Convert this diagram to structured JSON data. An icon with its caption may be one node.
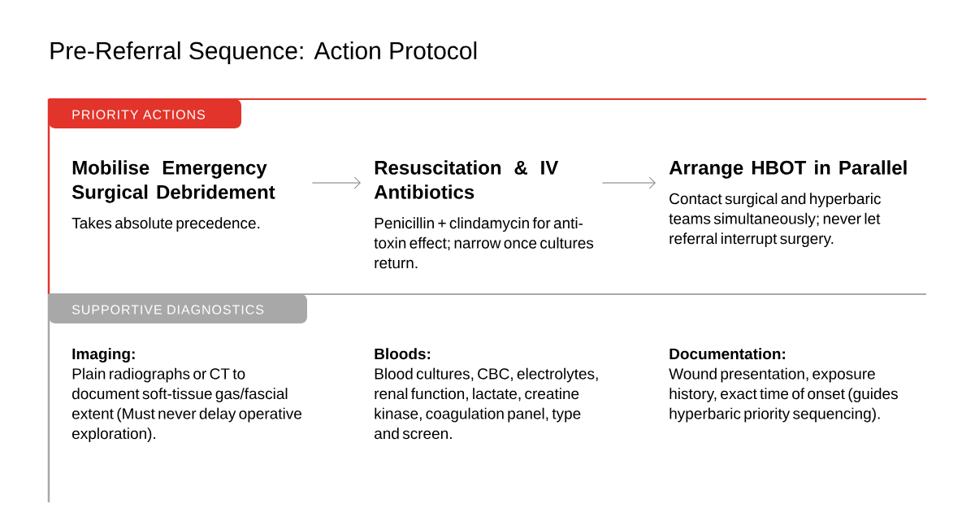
{
  "diagram": {
    "title": "Pre-Referral Sequence: Action Protocol",
    "nodes": [
      {
        "text": [
          "PRIORITY ACTIONS"
        ]
      },
      {
        "text": [
          "Mobilise Emergency Surgical Debridement",
          "Takes absolute precedence."
        ],
        "in": 0
      },
      {
        "text": [
          "Resuscitation & IV Antibiotics",
          "Penicillin + clindamycin for anti-toxin effect; narrow once cultures return."
        ],
        "in": 0
      },
      {
        "text": [
          "Arrange HBOT in Parallel",
          "Contact surgical and hyperbaric teams simultaneously; never let referral interrupt surgery."
        ],
        "in": 0
      },
      {
        "text": [
          "SUPPORTIVE DIAGNOSTICS"
        ]
      },
      {
        "text": [
          "Imaging:",
          "Plain radiographs or CT to document soft-tissue gas/fascial extent (Must never delay operative exploration)."
        ],
        "in": 4
      },
      {
        "text": [
          "Bloods:",
          "Blood cultures, CBC, electrolytes, renal function, lactate, creatine kinase, coagulation panel, type and screen."
        ],
        "in": 4
      },
      {
        "text": [
          "Documentation:",
          "Wound presentation, exposure history, exact time of onset (guides hyperbaric priority sequencing)."
        ],
        "in": 4
      }
    ],
    "edges": [
      {
        "from": 1,
        "to": 2,
        "arrow": "to"
      },
      {
        "from": 2,
        "to": 3,
        "arrow": "to"
      }
    ]
  }
}
